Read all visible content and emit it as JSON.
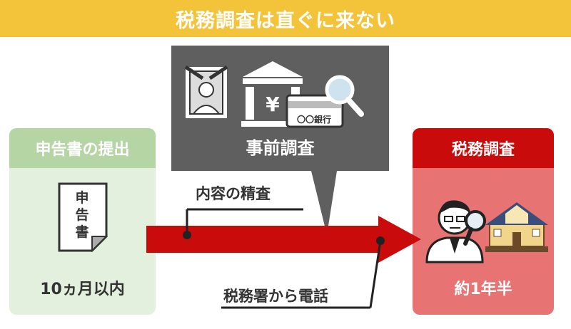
{
  "banner": {
    "title": "税務調査は直ぐに来ない"
  },
  "filing": {
    "heading": "申告書の提出",
    "doc_chars": [
      "申",
      "告",
      "書"
    ],
    "deadline": "10ヵ月以内"
  },
  "pre_investigation": {
    "label": "事前調査",
    "bank_symbol": "¥",
    "bank_card_text": "〇〇銀行",
    "icons": [
      "portrait-icon",
      "bank-icon",
      "bankbook-icon",
      "magnifier-icon"
    ]
  },
  "flow": {
    "review_label": "内容の精査",
    "call_label": "税務署から電話"
  },
  "tax_audit": {
    "heading": "税務調査",
    "timing": "約1年半",
    "icons": [
      "inspector-icon",
      "house-icon",
      "magnifier-icon"
    ]
  },
  "colors": {
    "banner": "#f3c43a",
    "green_head": "#b5d6a4",
    "green_body": "#e4f0de",
    "red_head": "#c90b0b",
    "red_body": "#e77373",
    "callout": "#5f5f5f",
    "arrow": "#c90b0b"
  }
}
